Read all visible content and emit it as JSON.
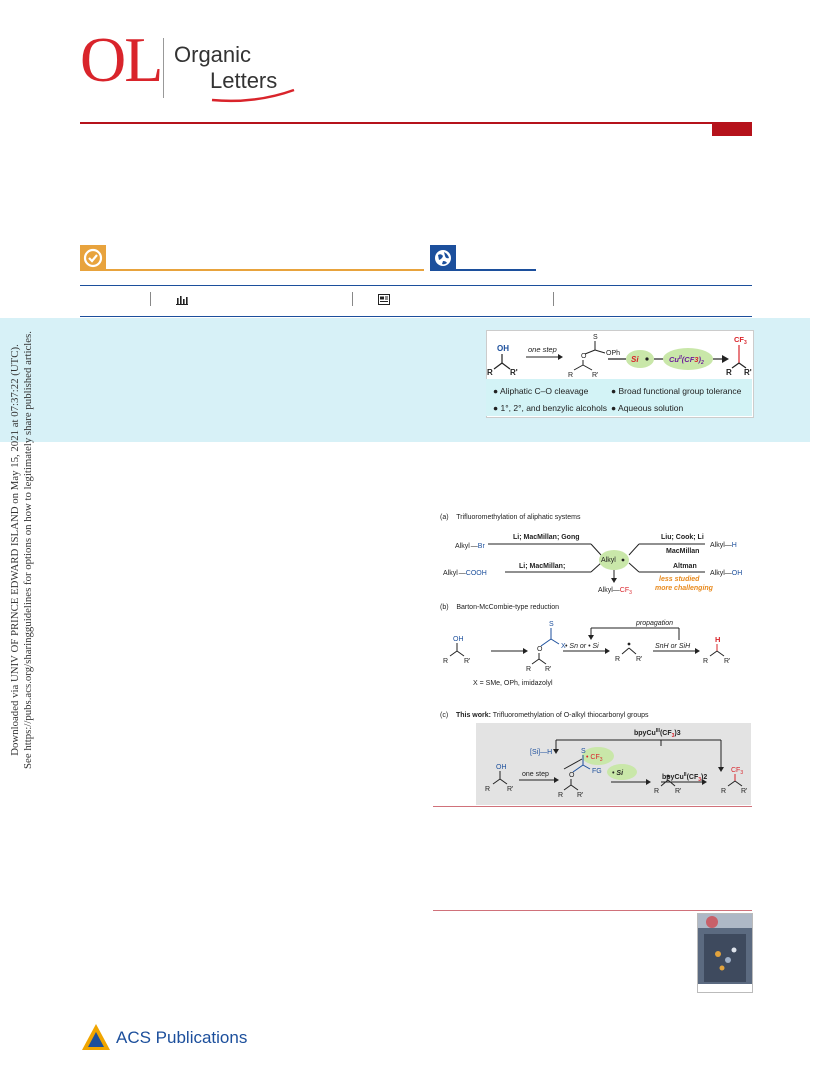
{
  "journal": {
    "logo_letters": "OL",
    "name_line1": "Organic",
    "name_line2": "Letters",
    "publisher": "ACS Publications",
    "accent": "#d9242b"
  },
  "icons": {
    "open_access": "check-badge-icon",
    "globe": "globe-icon",
    "metrics": "bar-chart-icon",
    "article": "article-icon"
  },
  "side_note": {
    "line1": "Downloaded via UNIV OF PRINCE EDWARD ISLAND on May 15, 2021 at 07:37:22 (UTC).",
    "line2": "See https://pubs.acs.org/sharingguidelines for options on how to legitimately share published articles."
  },
  "toc_graphic": {
    "oh": "OH",
    "r": "R",
    "r_prime": "R'",
    "one_step": "one step",
    "s": "S",
    "o": "O",
    "oph": "OPh",
    "si": "Si",
    "cu_label": "Cu",
    "cu_ox": "II",
    "cu_rest": "(CF",
    "cu_end": ")",
    "two": "2",
    "cf3": "CF",
    "three": "3",
    "bullets": [
      "Aliphatic C–O cleavage",
      "1°, 2°, and benzylic alcohols",
      "Broad functional group tolerance",
      "Aqueous solution"
    ]
  },
  "figure1": {
    "a_label": "(a)",
    "a_title": "Trifluoromethylation of aliphatic systems",
    "alkyl": "Alkyl",
    "br": "Br",
    "cooh": "COOH",
    "h": "H",
    "oh": "OH",
    "cf3": "CF",
    "three": "3",
    "a_top_left": "Li; MacMillan; Gong",
    "a_bottom_left": "Li; MacMillan;",
    "a_top_right1": "Liu; Cook; Li",
    "a_top_right2": "MacMillan",
    "a_bottom_right": "Altman",
    "less_studied": "less studied",
    "more_challenging": "more challenging",
    "b_label": "(b)",
    "b_title": "Barton-McCombie-type reduction",
    "propagation": "propagation",
    "sn_or_si": "• Sn or • Si",
    "snh": "SnH",
    "or": "or",
    "sih": "SiH",
    "x": "X",
    "s": "S",
    "o": "O",
    "r": "R",
    "r_prime": "R'",
    "x_note": "X = SMe, OPh, imidazolyl",
    "c_label": "(c)",
    "c_bold": "This work:",
    "c_title": "Trifluoromethylation of O-alkyl thiocarbonyl groups",
    "bpycu": "bpyCu",
    "ox3": "III",
    "ox2": "II",
    "cf3_paren": "(CF",
    "close_3": ")3",
    "close_2": ")2",
    "si_h": "[Si]—H",
    "si_rad": "• Si",
    "cf3_rad": "• CF",
    "one_step": "one step",
    "fg": "FG"
  }
}
